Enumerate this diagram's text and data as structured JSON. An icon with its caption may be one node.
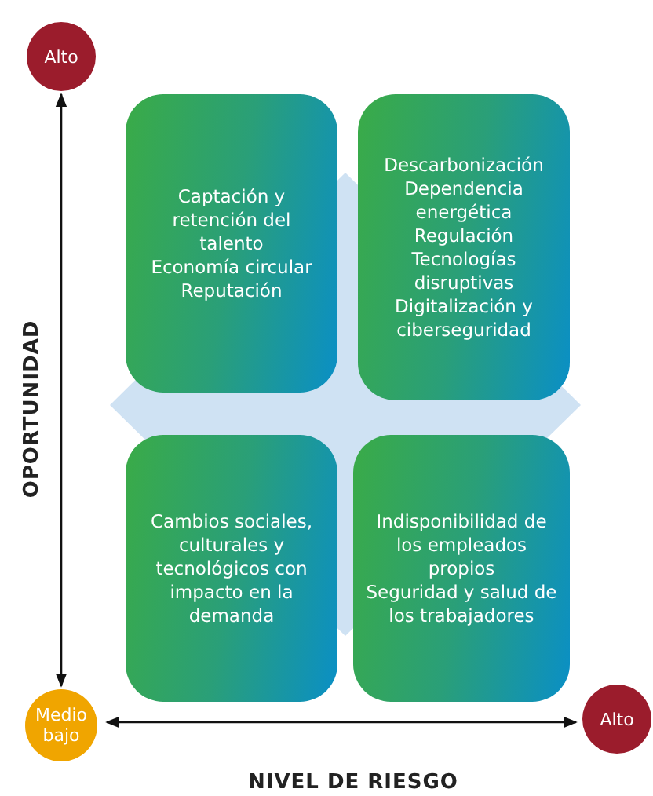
{
  "diagram": {
    "nodes": [
      {
        "text": [
          "Alto"
        ]
      },
      {
        "text": [
          "Captación y retención del talento",
          "Economía circular",
          "Reputación"
        ]
      },
      {
        "text": [
          "Descarbonización",
          "Dependencia energética",
          "Regulación",
          "Tecnologías disruptivas",
          "Digitalización y ciberseguridad"
        ]
      },
      {
        "text": [
          "Cambios sociales, culturales y tecnológicos con impacto en la demanda"
        ]
      },
      {
        "text": [
          "Indisponibilidad de los empleados propios",
          "Seguridad y salud de los trabajadores"
        ]
      },
      {
        "text": [
          "Medio bajo"
        ]
      },
      {
        "text": [
          "Alto"
        ]
      }
    ],
    "edges": [
      {
        "from": 5,
        "to": 0,
        "arrow": "both"
      },
      {
        "from": 5,
        "to": 6,
        "arrow": "both"
      }
    ],
    "labels": [
      "OPORTUNIDAD",
      "NIVEL DE RIESGO"
    ]
  }
}
